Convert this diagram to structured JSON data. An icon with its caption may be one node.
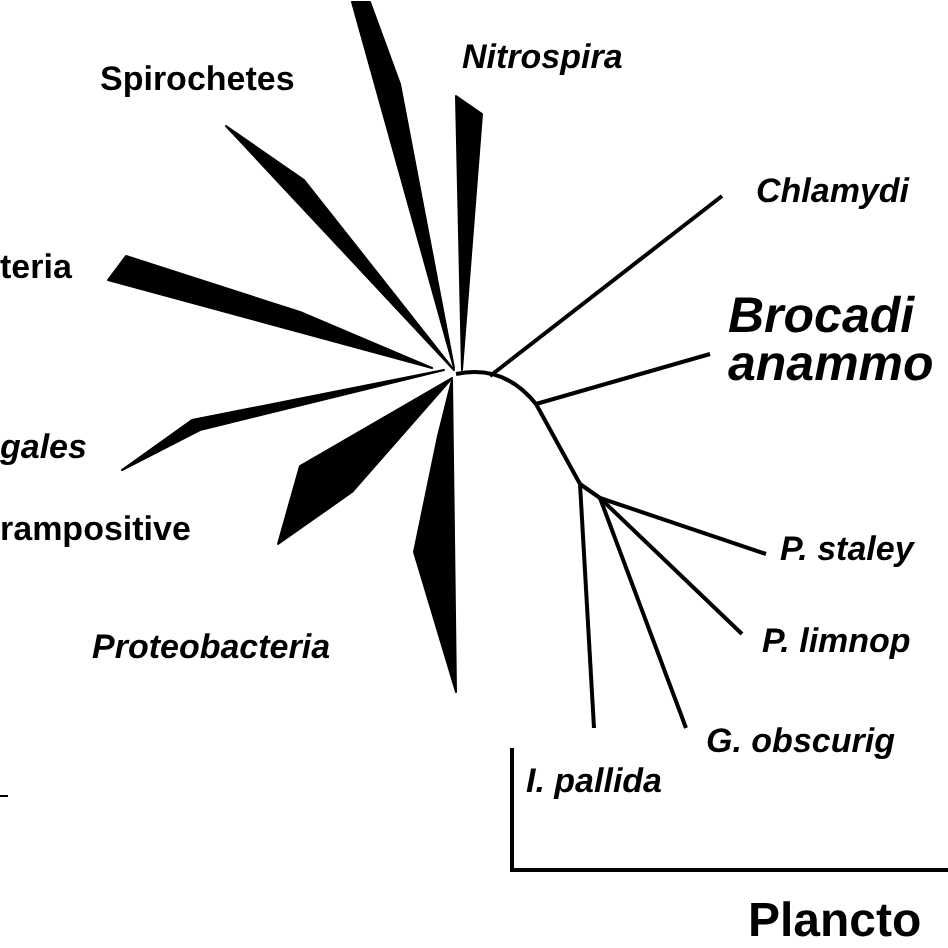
{
  "diagram": {
    "labels": [
      "Nitrospira",
      "Spirochetes",
      "Chlamydi",
      "teria",
      "Brocadi anammo",
      "gales",
      "rampositive",
      "P. staley",
      "Proteobacteria",
      "P. limnop",
      "G. obscurig",
      "I. pallida",
      "Plancto"
    ]
  }
}
